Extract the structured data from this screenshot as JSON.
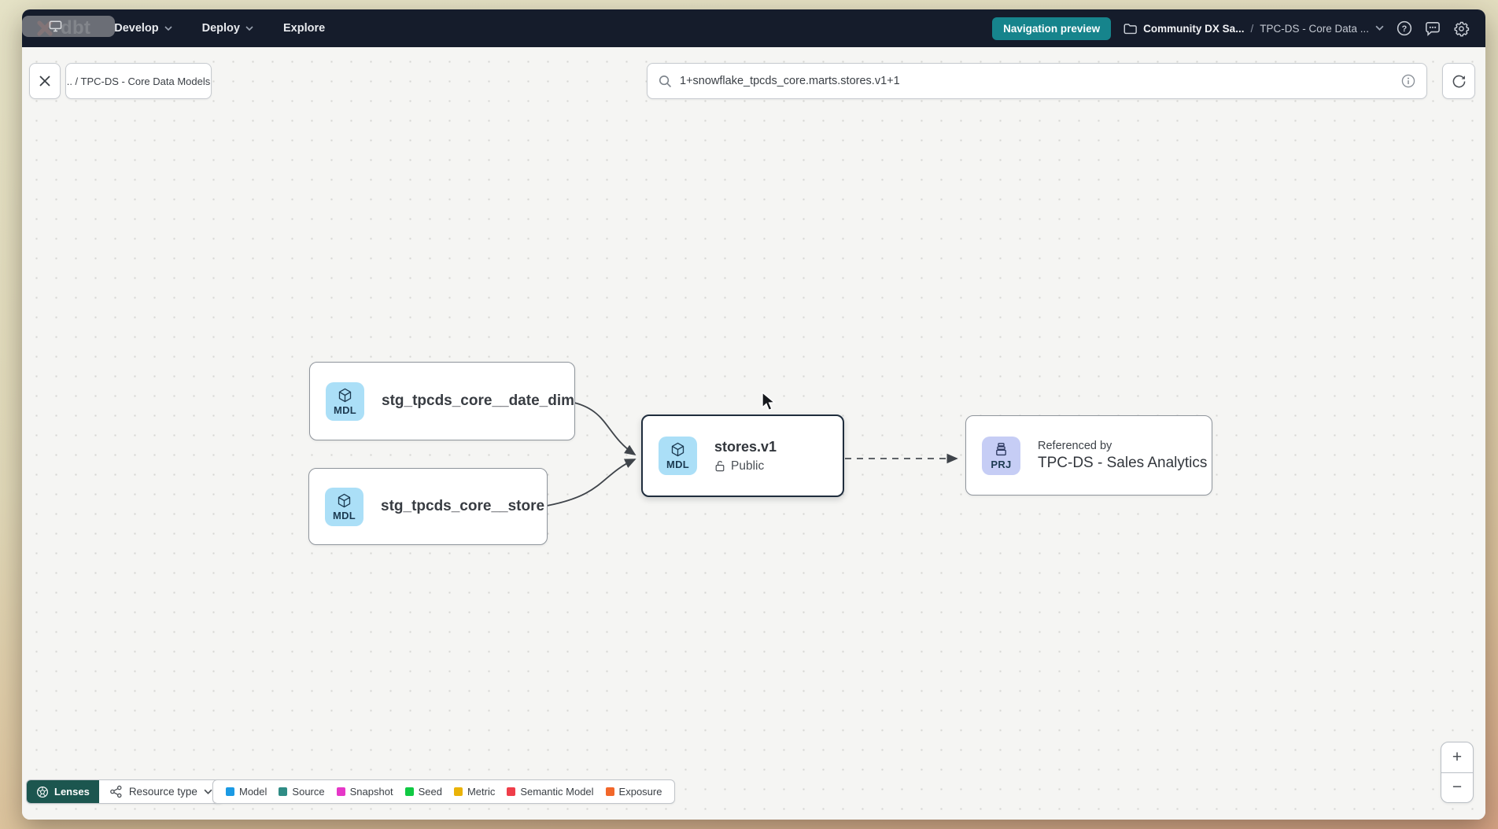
{
  "nav": {
    "logo_text": "dbt",
    "menus": [
      {
        "label": "Develop",
        "has_chevron": true
      },
      {
        "label": "Deploy",
        "has_chevron": true
      },
      {
        "label": "Explore",
        "has_chevron": false
      }
    ],
    "preview_button": "Navigation preview",
    "breadcrumb": {
      "project": "Community DX Sa...",
      "separator": "/",
      "section": "TPC-DS - Core Data ..."
    },
    "icons": [
      "help-icon",
      "feedback-icon",
      "gear-icon"
    ]
  },
  "toolbar": {
    "path_chip": ".. / TPC-DS - Core Data Models",
    "search_value": "1+snowflake_tpcds_core.marts.stores.v1+1",
    "icons": [
      "close-icon",
      "search-icon",
      "info-icon",
      "refresh-icon"
    ]
  },
  "graph": {
    "nodes": {
      "date_dim": {
        "badge": "MDL",
        "label": "stg_tpcds_core__date_dim"
      },
      "store": {
        "badge": "MDL",
        "label": "stg_tpcds_core__store"
      },
      "stores_v1": {
        "badge": "MDL",
        "title": "stores.v1",
        "access": "Public",
        "selected": true
      },
      "project": {
        "badge": "PRJ",
        "kicker": "Referenced by",
        "title": "TPC-DS - Sales Analytics"
      }
    },
    "edges": [
      {
        "from": "date_dim",
        "to": "stores_v1",
        "style": "solid"
      },
      {
        "from": "store",
        "to": "stores_v1",
        "style": "solid"
      },
      {
        "from": "stores_v1",
        "to": "project",
        "style": "dashed"
      }
    ]
  },
  "footer": {
    "lenses_label": "Lenses",
    "resource_type_label": "Resource type",
    "legend": [
      {
        "label": "Model",
        "color": "#1b9ae4"
      },
      {
        "label": "Source",
        "color": "#2f8c85"
      },
      {
        "label": "Snapshot",
        "color": "#e637c8"
      },
      {
        "label": "Seed",
        "color": "#10c943"
      },
      {
        "label": "Metric",
        "color": "#eab308"
      },
      {
        "label": "Semantic Model",
        "color": "#ef3e4a"
      },
      {
        "label": "Exposure",
        "color": "#f2672a"
      }
    ]
  },
  "zoom_controls": {
    "zoom_in": "+",
    "zoom_out": "−"
  },
  "colors": {
    "navbar_bg": "#151c2b",
    "preview_button_bg": "#16848c",
    "lenses_bg": "#1c564f",
    "mdl_badge_bg": "#abdff7",
    "prj_badge_bg": "#c6cdf5",
    "dbt_orange": "#ff5433",
    "selected_border": "#1f2d3d"
  }
}
